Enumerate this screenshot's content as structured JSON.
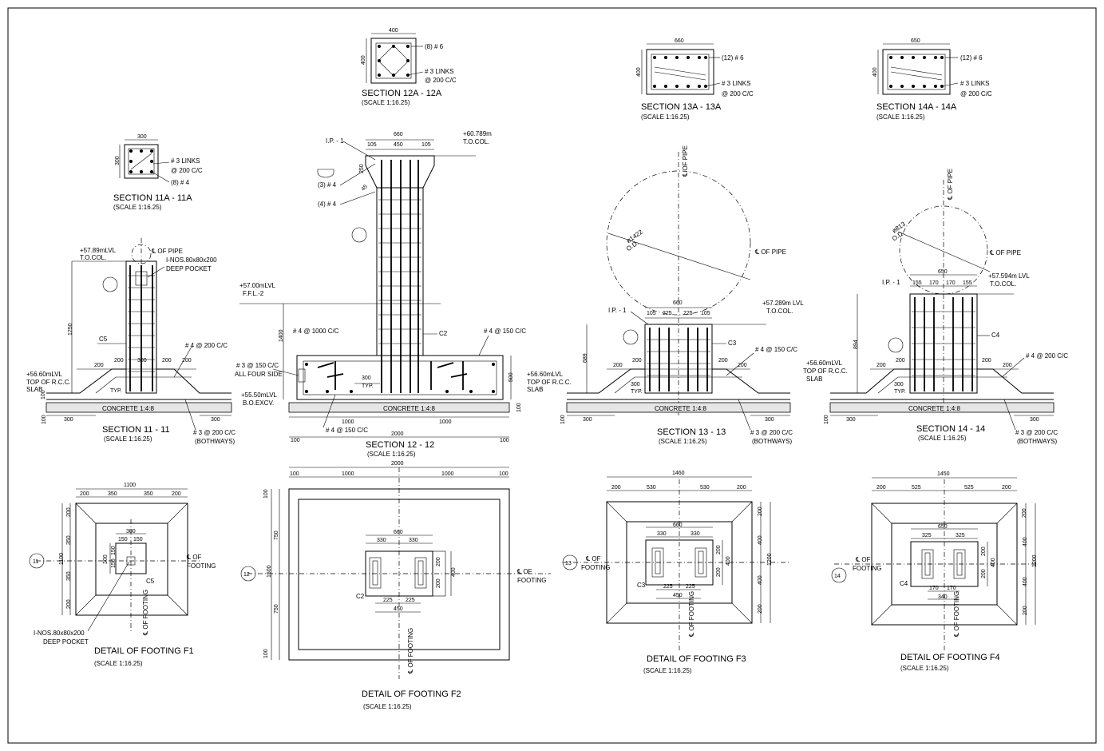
{
  "sections": {
    "s11a": {
      "title": "SECTION 11A - 11A",
      "scale": "(SCALE 1:16.25)",
      "width": "300",
      "height": "300",
      "links": "# 3 LINKS",
      "spacing": "@ 200 C/C",
      "bars": "(8) # 4"
    },
    "s12a": {
      "title": "SECTION 12A - 12A",
      "scale": "(SCALE 1:16.25)",
      "width": "400",
      "height": "400",
      "bars": "(8) # 6",
      "links": "# 3 LINKS",
      "spacing": "@ 200 C/C"
    },
    "s13a": {
      "title": "SECTION 13A - 13A",
      "scale": "(SCALE 1:16.25)",
      "width": "660",
      "height": "400",
      "bars": "(12) # 6",
      "links": "# 3 LINKS",
      "spacing": "@ 200 C/C"
    },
    "s14a": {
      "title": "SECTION 14A - 14A",
      "scale": "(SCALE 1:16.25)",
      "width": "650",
      "height": "400",
      "bars": "(12) # 6",
      "links": "# 3 LINKS",
      "spacing": "@ 200 C/C"
    },
    "s11": {
      "title": "SECTION 11 - 11",
      "scale": "(SCALE 1:16.25)",
      "lvl_top": "+57.89mLVL",
      "tocol": "T.O.COL.",
      "pipe": "℄ OF PIPE",
      "pocket1": "I-NOS.80x80x200",
      "pocket2": "DEEP POCKET",
      "h1250": "1250",
      "col": "C5",
      "rcc_lvl": "+56.60mLVL",
      "rcc1": "TOP OF R.C.C.",
      "rcc2": "SLAB",
      "d200a": "200",
      "d200b": "200",
      "d300": "300",
      "d200c": "200",
      "d200d": "200",
      "typ": "TYP.",
      "bar1": "# 4 @ 200 C/C",
      "concrete": "CONCRETE 1:4:8",
      "d300l": "300",
      "d300r": "300",
      "bar2": "# 3 @ 200 C/C",
      "bothways": "(BOTHWAYS)",
      "d100a": "100",
      "d100b": "100"
    },
    "s12": {
      "title": "SECTION 12 - 12",
      "scale": "(SCALE 1:16.25)",
      "lvl_top": "+60.789m",
      "tocol": "T.O.COL.",
      "ip": "I.P. - 1",
      "w660": "660",
      "w105a": "105",
      "w450": "450",
      "w105b": "105",
      "h250": "250",
      "h45": "45",
      "bar_a": "(3) # 4",
      "bar_b": "(4) # 4",
      "ffl_lvl": "+57.00mLVL",
      "ffl": "F.F.L.-2",
      "h1400": "1400",
      "bar_c": "# 4 @ 1000 C/C",
      "col": "C2",
      "bar_d": "# 4 @ 150 C/C",
      "bar_e": "# 3 @ 150 C/C",
      "allsides": "ALL FOUR SIDE",
      "d300": "300",
      "typ": "TYP.",
      "h500": "500",
      "exc_lvl": "+55.50mLVL",
      "exc": "B.O.EXCV.",
      "concrete": "CONCRETE 1:4:8",
      "bar_f": "# 4 @ 150 C/C",
      "w1000a": "1000",
      "w1000b": "1000",
      "w2000": "2000",
      "w100a": "100",
      "w100b": "100",
      "h100": "100"
    },
    "s13": {
      "title": "SECTION 13 - 13",
      "scale": "(SCALE 1:16.25)",
      "pipe": "℄ OF PIPE",
      "dia": "ø1422",
      "od": "O.D.",
      "lvl_top": "+57.289m LVL",
      "tocol": "T.O.COL.",
      "ip": "I.P. - 1",
      "w660": "660",
      "w105a": "105",
      "w225a": "225",
      "w225b": "225",
      "w105b": "105",
      "h689": "689",
      "col": "C3",
      "bar1": "# 4 @ 150 C/C",
      "rcc_lvl": "+56.60mLVL",
      "rcc1": "TOP OF R.C.C.",
      "rcc2": "SLAB",
      "d200a": "200",
      "d200b": "200",
      "d300": "300",
      "typ": "TYP.",
      "d200c": "200",
      "d200d": "200",
      "concrete": "CONCRETE 1:4:8",
      "d300l": "300",
      "d300r": "300",
      "bar2": "# 3 @ 200 C/C",
      "bothways": "(BOTHWAYS)",
      "h100": "100"
    },
    "s14": {
      "title": "SECTION 14 - 14",
      "scale": "(SCALE 1:16.25)",
      "pipe": "℄ OF PIPE",
      "dia": "ø813",
      "od": "O.D.",
      "lvl_top": "+57.594m LVL",
      "tocol": "T.O.COL.",
      "ip": "I.P. - 1",
      "w650": "650",
      "w155a": "155",
      "w170a": "170",
      "w170b": "170",
      "w155b": "155",
      "h894": "894",
      "col": "C4",
      "bar1": "# 4 @ 200 C/C",
      "rcc_lvl": "+56.60mLVL",
      "rcc1": "TOP OF R.C.C.",
      "rcc2": "SLAB",
      "d200a": "200",
      "d200b": "200",
      "d300": "300",
      "typ": "TYP.",
      "d200c": "200",
      "d200d": "200",
      "concrete": "CONCRETE 1:4:8",
      "d300l": "300",
      "d300r": "300",
      "bar2": "# 3 @ 200 C/C",
      "bothways": "(BOTHWAYS)",
      "h100": "100"
    }
  },
  "footings": {
    "f1": {
      "title": "DETAIL OF FOOTING F1",
      "scale": "(SCALE 1:16.25)",
      "w1100": "1100",
      "w200a": "200",
      "w350a": "350",
      "w350b": "350",
      "w200b": "200",
      "w300": "300",
      "w150a": "150",
      "w150b": "150",
      "h200a": "200",
      "h350a": "350",
      "h1100": "1100",
      "h350b": "350",
      "h200b": "200",
      "h300": "300",
      "h150a": "150",
      "h150b": "150",
      "col": "C5",
      "cl": "℄ OF",
      "cl2": "FOOTING",
      "clv": "℄ OF FOOTING",
      "pocket1": "I-NOS.80x80x200",
      "pocket2": "DEEP POCKET",
      "tag": "11"
    },
    "f2": {
      "title": "DETAIL OF FOOTING F2",
      "scale": "(SCALE 1:16.25)",
      "w2000": "2000",
      "w100a": "100",
      "w1000a": "1000",
      "w1000b": "1000",
      "w100b": "100",
      "w660": "660",
      "w330a": "330",
      "w330b": "330",
      "w225a": "225",
      "w225b": "225",
      "w450": "450",
      "h100a": "100",
      "h750a": "750",
      "h1500": "1500",
      "h750b": "750",
      "h100b": "100",
      "h200a": "200",
      "h200b": "200",
      "h400": "400",
      "col": "C2",
      "cl": "℄ OF",
      "cl2": "FOOTING",
      "clv": "℄ OF FOOTING",
      "tag": "12"
    },
    "f3": {
      "title": "DETAIL OF FOOTING F3",
      "scale": "(SCALE 1:16.25)",
      "w1460": "1460",
      "w200a": "200",
      "w530a": "530",
      "w530b": "530",
      "w200b": "200",
      "w660": "660",
      "w330a": "330",
      "w330b": "330",
      "w225a": "225",
      "w225b": "225",
      "w450": "450",
      "h200a": "200",
      "h400a": "400",
      "h1200": "1200",
      "h400b": "400",
      "h200b": "200",
      "h200c": "200",
      "h200d": "200",
      "h400c": "400",
      "col": "C3",
      "cl": "℄ OF",
      "cl2": "FOOTING",
      "clv": "℄ OF FOOTING",
      "tag": "13"
    },
    "f4": {
      "title": "DETAIL OF FOOTING F4",
      "scale": "(SCALE 1:16.25)",
      "w1450": "1450",
      "w200a": "200",
      "w525a": "525",
      "w525b": "525",
      "w200b": "200",
      "w650": "650",
      "w325a": "325",
      "w325b": "325",
      "w170a": "170",
      "w170b": "170",
      "w340": "340",
      "h200a": "200",
      "h400a": "400",
      "h1200": "1200",
      "h400b": "400",
      "h200b": "200",
      "h200c": "200",
      "h200d": "200",
      "h400c": "400",
      "col": "C4",
      "cl": "℄ OF",
      "cl2": "FOOTING",
      "clv": "℄ OF FOOTING",
      "tag": "14"
    }
  }
}
